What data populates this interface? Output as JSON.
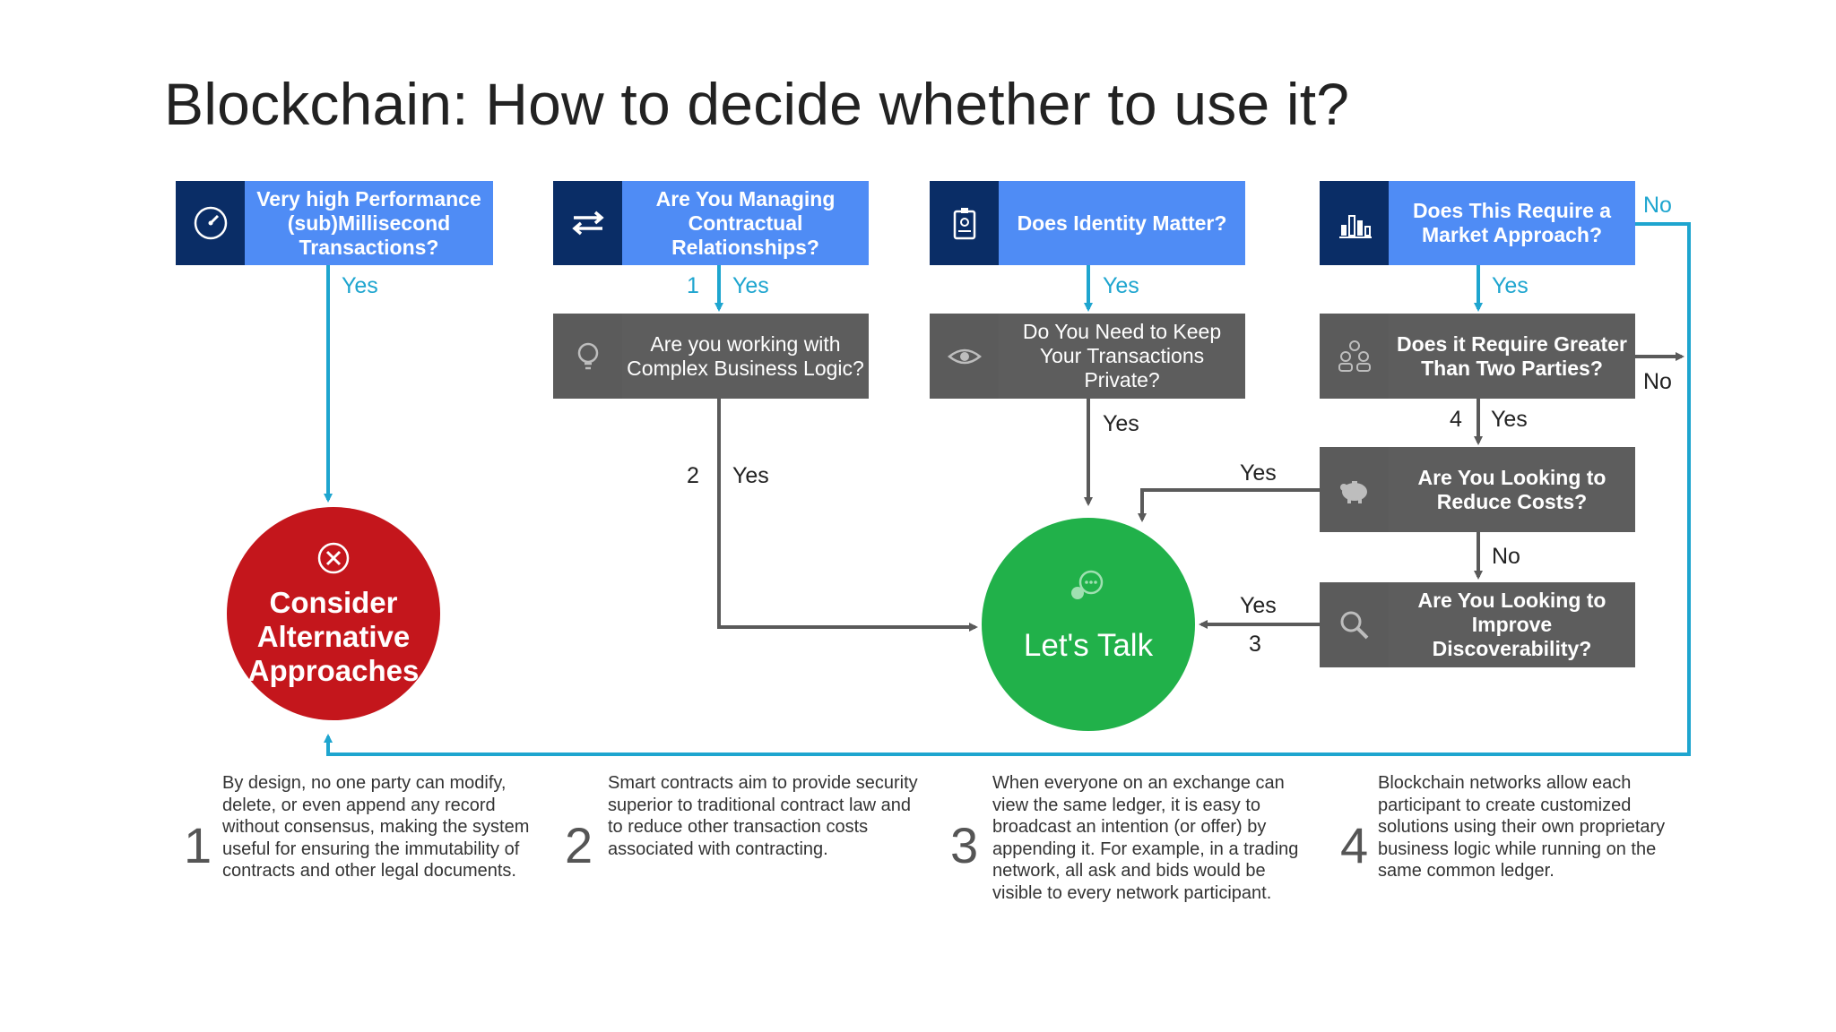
{
  "title": "Blockchain: How to decide whether to use it?",
  "questions": {
    "performance": "Very high Performance (sub)Millisecond Transactions?",
    "contractual": "Are You Managing Contractual Relationships?",
    "identity": "Does Identity Matter?",
    "market": "Does This Require a Market Approach?",
    "complex_logic": "Are you working with Complex Business Logic?",
    "private": "Do You Need to Keep Your Transactions Private?",
    "parties": "Does it Require Greater Than Two Parties?",
    "reduce_costs": "Are You Looking to Reduce Costs?",
    "discoverability": "Are You Looking to Improve Discoverability?"
  },
  "outcomes": {
    "alternative": "Consider Alternative Approaches",
    "talk": "Let's Talk"
  },
  "labels": {
    "yes": "Yes",
    "no": "No",
    "n1": "1",
    "n2": "2",
    "n3": "3",
    "n4": "4"
  },
  "notes": [
    {
      "number": "1",
      "text": "By design, no one party can modify, delete, or even append any record without consensus, making the system useful for ensuring the immutability of contracts and other legal documents."
    },
    {
      "number": "2",
      "text": "Smart contracts aim to provide security superior to traditional contract law and to reduce other transaction costs associated with contracting."
    },
    {
      "number": "3",
      "text": "When everyone on an exchange can view the same ledger, it is easy to broadcast an intention (or offer) by appending it. For example, in a trading network, all ask and bids would be visible to every network participant."
    },
    {
      "number": "4",
      "text": "Blockchain networks allow each participant to create customized solutions using their own proprietary business logic while running on the same common ledger."
    }
  ],
  "icons": {
    "performance": "speedometer-icon",
    "contractual": "exchange-arrows-icon",
    "identity": "id-badge-icon",
    "market": "bar-chart-icon",
    "complex_logic": "lightbulb-icon",
    "private": "eye-icon",
    "parties": "people-icon",
    "reduce_costs": "piggy-bank-icon",
    "discoverability": "magnifier-icon",
    "alternative": "close-circle-icon",
    "talk": "chat-bubbles-icon"
  },
  "colors": {
    "blue_box": "#4f8cf5",
    "navy_icon": "#0a2d66",
    "grey_box": "#5d5d5d",
    "cyan_line": "#1ea5cf",
    "grey_line": "#5a5a5a",
    "red_outcome": "#c4161c",
    "green_outcome": "#21b14a"
  }
}
